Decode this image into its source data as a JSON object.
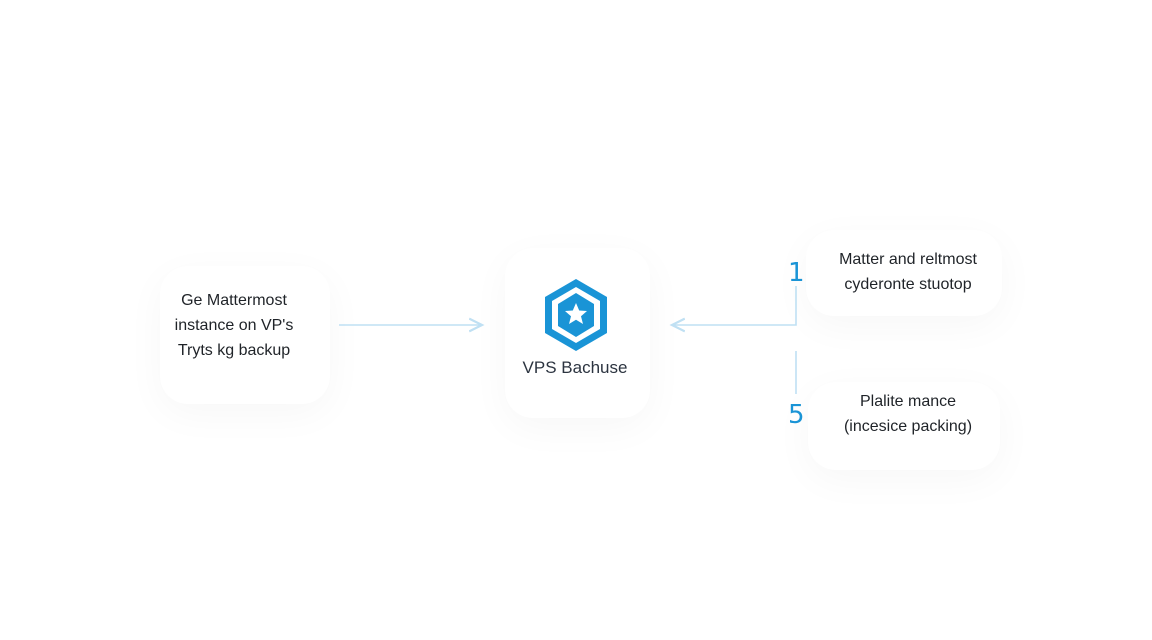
{
  "diagram": {
    "left_node": {
      "lines": [
        "Ge Mattermost",
        "instance on VP's",
        "Tryts kg backup"
      ]
    },
    "center_node": {
      "label": "VPS Bachuse",
      "icon": "star-hexagon-icon"
    },
    "right_top_node": {
      "number": "1",
      "lines": [
        "Matter and reltmost",
        "cyderonte stuotop"
      ]
    },
    "right_bottom_node": {
      "number": "5",
      "lines": [
        "Plalite mance",
        "(incesice packing)"
      ]
    },
    "colors": {
      "accent": "#1a94d6",
      "connector": "#bfe0f3",
      "text": "#1f2328"
    }
  }
}
